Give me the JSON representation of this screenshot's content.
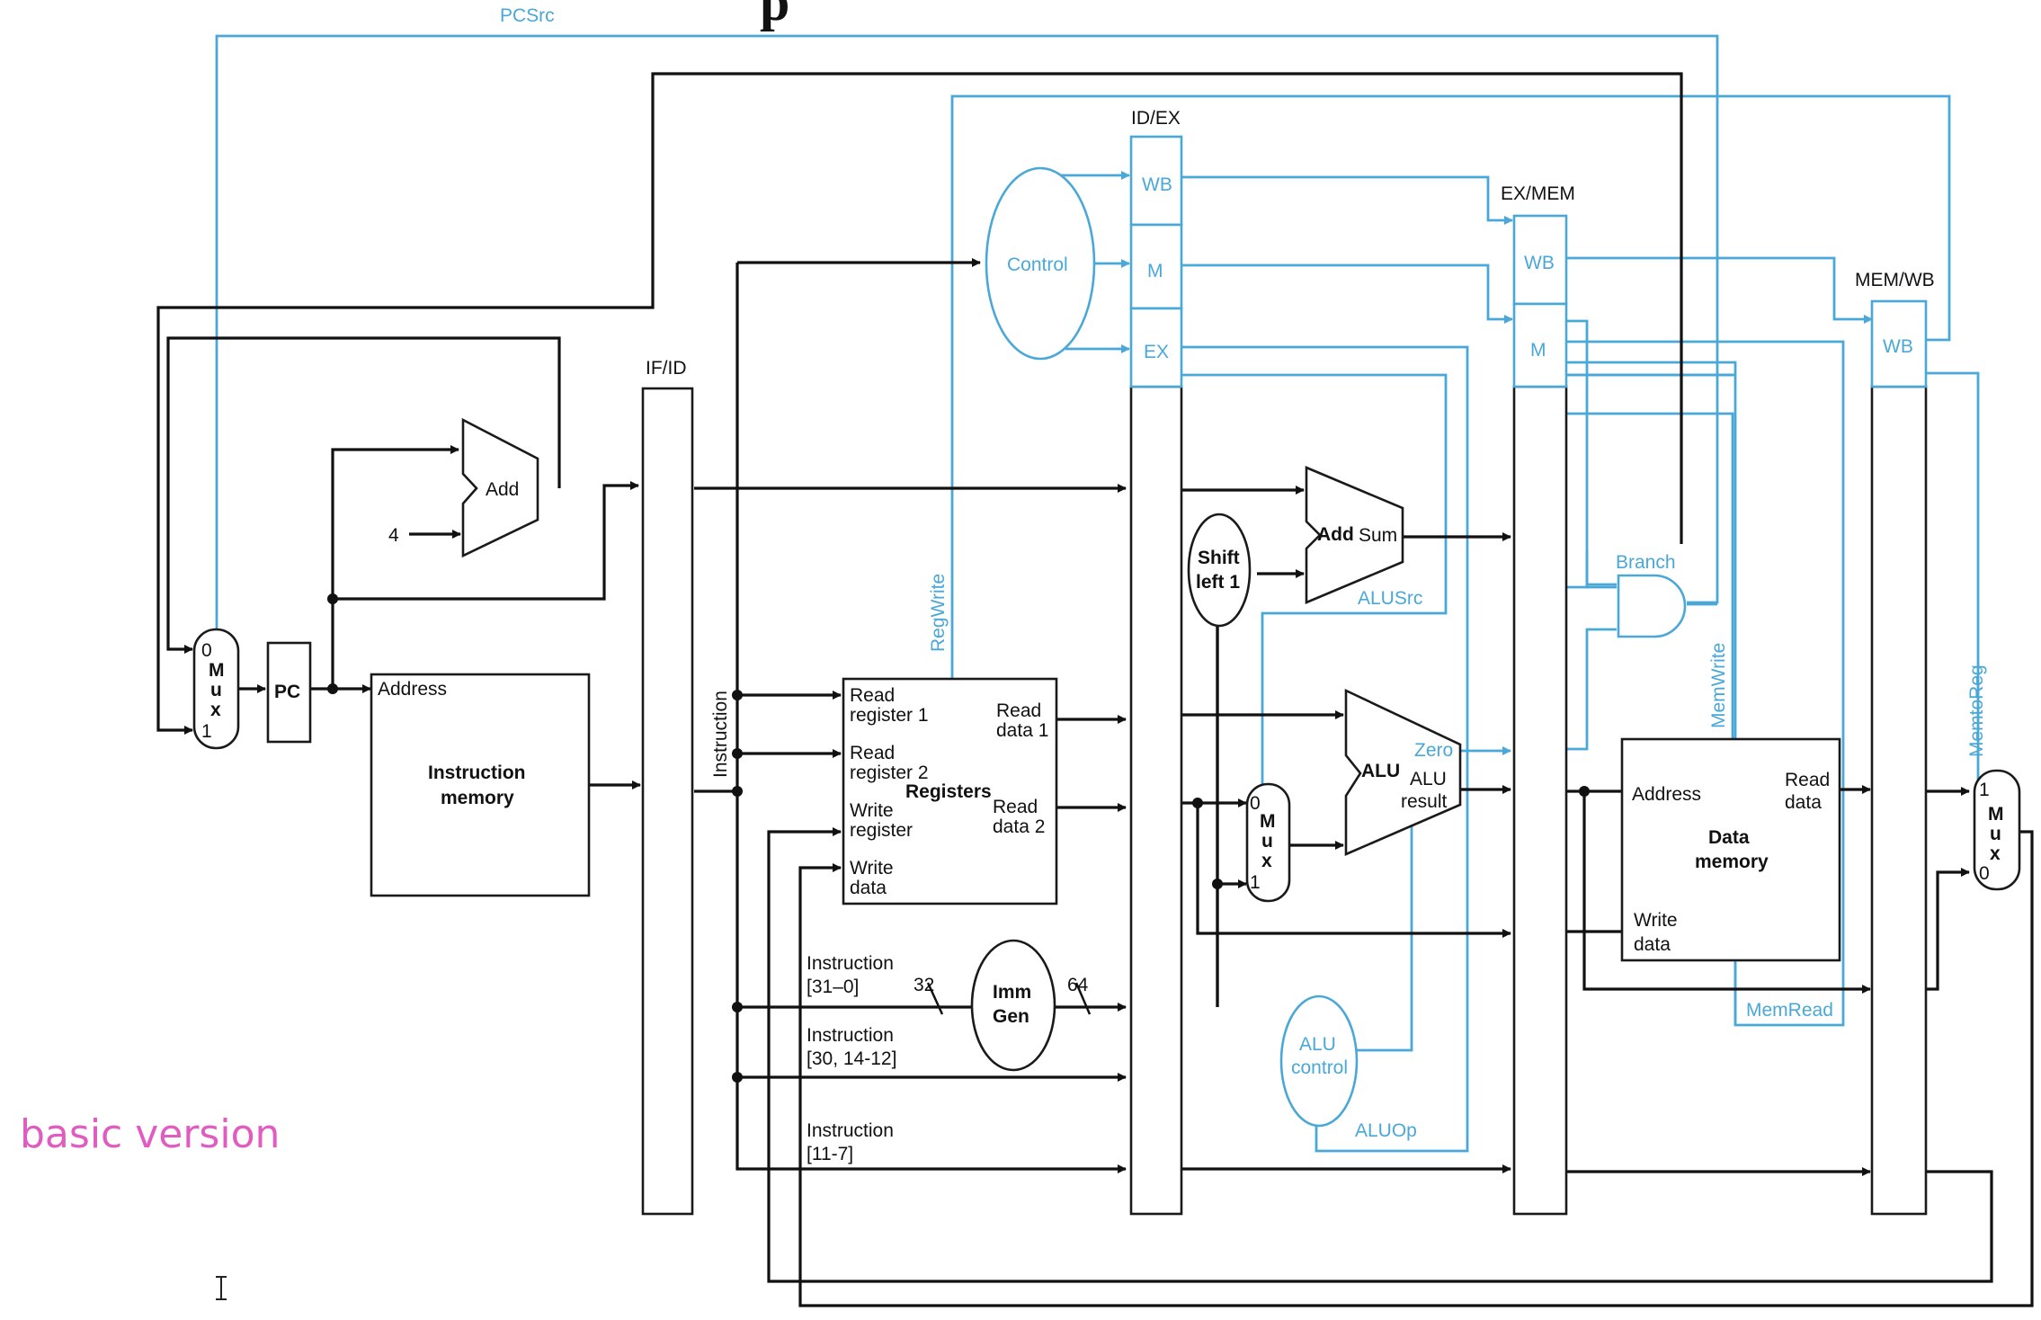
{
  "diagram": {
    "title_fragment": "p",
    "pipeline_registers": {
      "if_id": "IF/ID",
      "id_ex": "ID/EX",
      "ex_mem": "EX/MEM",
      "mem_wb": "MEM/WB"
    },
    "stage_fields": {
      "wb": "WB",
      "m": "M",
      "ex": "EX"
    },
    "control": "Control",
    "pc": "PC",
    "add_top": "Add",
    "const_four": "4",
    "instruction_memory": {
      "address": "Address",
      "line1": "Instruction",
      "line2": "memory"
    },
    "instruction_bus": "Instruction",
    "registers": {
      "title": "Registers",
      "read_reg1": [
        "Read",
        "register 1"
      ],
      "read_reg2": [
        "Read",
        "register 2"
      ],
      "write_reg": [
        "Write",
        "register"
      ],
      "write_data": [
        "Write",
        "data"
      ],
      "read_data1": [
        "Read",
        "data 1"
      ],
      "read_data2": [
        "Read",
        "data 2"
      ]
    },
    "imm_gen": {
      "line1": "Imm",
      "line2": "Gen",
      "in_width": "32",
      "out_width": "64"
    },
    "instr_fields": {
      "f1": [
        "Instruction",
        "[31–0]"
      ],
      "f2": [
        "Instruction",
        "[30, 14-12]"
      ],
      "f3": [
        "Instruction",
        "[11-7]"
      ]
    },
    "shift_left": [
      "Shift",
      "left 1"
    ],
    "add_sum": {
      "add": "Add",
      "sum": "Sum"
    },
    "alu": {
      "name": "ALU",
      "zero": "Zero",
      "result": [
        "ALU",
        "result"
      ]
    },
    "alu_control": [
      "ALU",
      "control"
    ],
    "mux": {
      "letters": [
        "M",
        "u",
        "x"
      ],
      "zero": "0",
      "one": "1"
    },
    "data_memory": {
      "address": "Address",
      "read_data": [
        "Read",
        "data"
      ],
      "write_data": [
        "Write",
        "data"
      ],
      "title": [
        "Data",
        "memory"
      ]
    },
    "signals": {
      "pcsrc": "PCSrc",
      "regwrite": "RegWrite",
      "alusrc": "ALUSrc",
      "aluop": "ALUOp",
      "branch": "Branch",
      "memwrite": "MemWrite",
      "memread": "MemRead",
      "memtoreg": "MemtoReg"
    },
    "note": "basic version"
  },
  "colors": {
    "control": "#4aa8d8",
    "datapath": "#111111",
    "note": "#e05cc0"
  }
}
